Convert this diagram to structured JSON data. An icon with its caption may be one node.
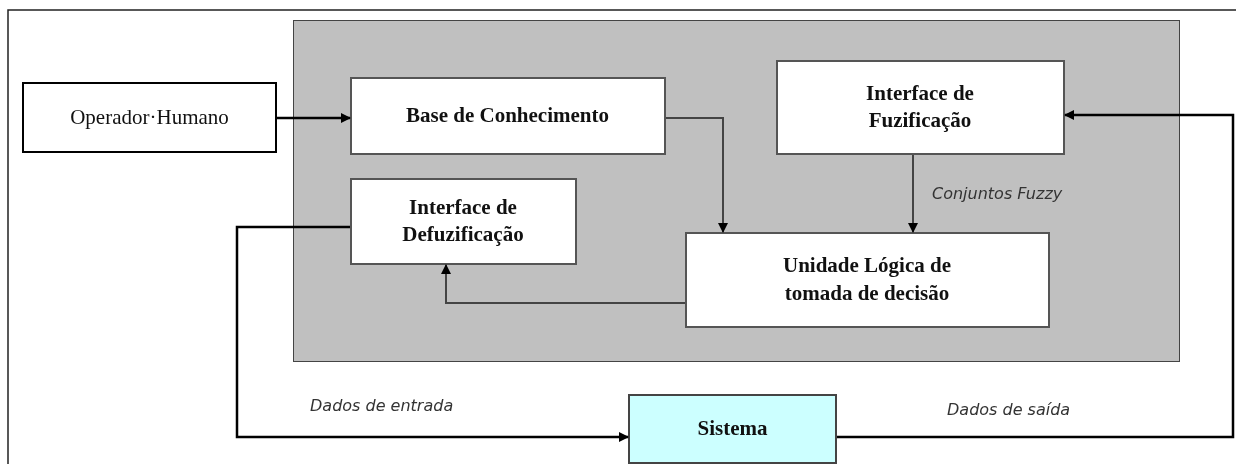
{
  "diagram": {
    "nodes": [
      {
        "text": [],
        "shape": "box"
      },
      {
        "text": [
          "Operador·Humano"
        ]
      },
      {
        "text": [
          "Base de Conhecimento"
        ],
        "in": 0
      },
      {
        "text": [
          "Interface de Fuzificação"
        ],
        "in": 0
      },
      {
        "text": [
          "Interface de Defuzificação"
        ],
        "in": 0
      },
      {
        "text": [
          "Unidade Lógica de tomada de decisão"
        ],
        "in": 0
      },
      {
        "text": [
          "Sistema"
        ]
      }
    ],
    "edges": [
      {
        "from": 1,
        "to": 2,
        "arrow": "to"
      },
      {
        "from": 2,
        "to": 5,
        "arrow": "to"
      },
      {
        "from": 3,
        "to": 5,
        "arrow": "to",
        "label": "Conjuntos Fuzzy"
      },
      {
        "from": 5,
        "to": 4,
        "arrow": "to"
      },
      {
        "from": 4,
        "to": 6,
        "arrow": "to",
        "label": "Dados de entrada"
      },
      {
        "from": 6,
        "to": 3,
        "arrow": "to",
        "label": "Dados de saída"
      }
    ]
  }
}
